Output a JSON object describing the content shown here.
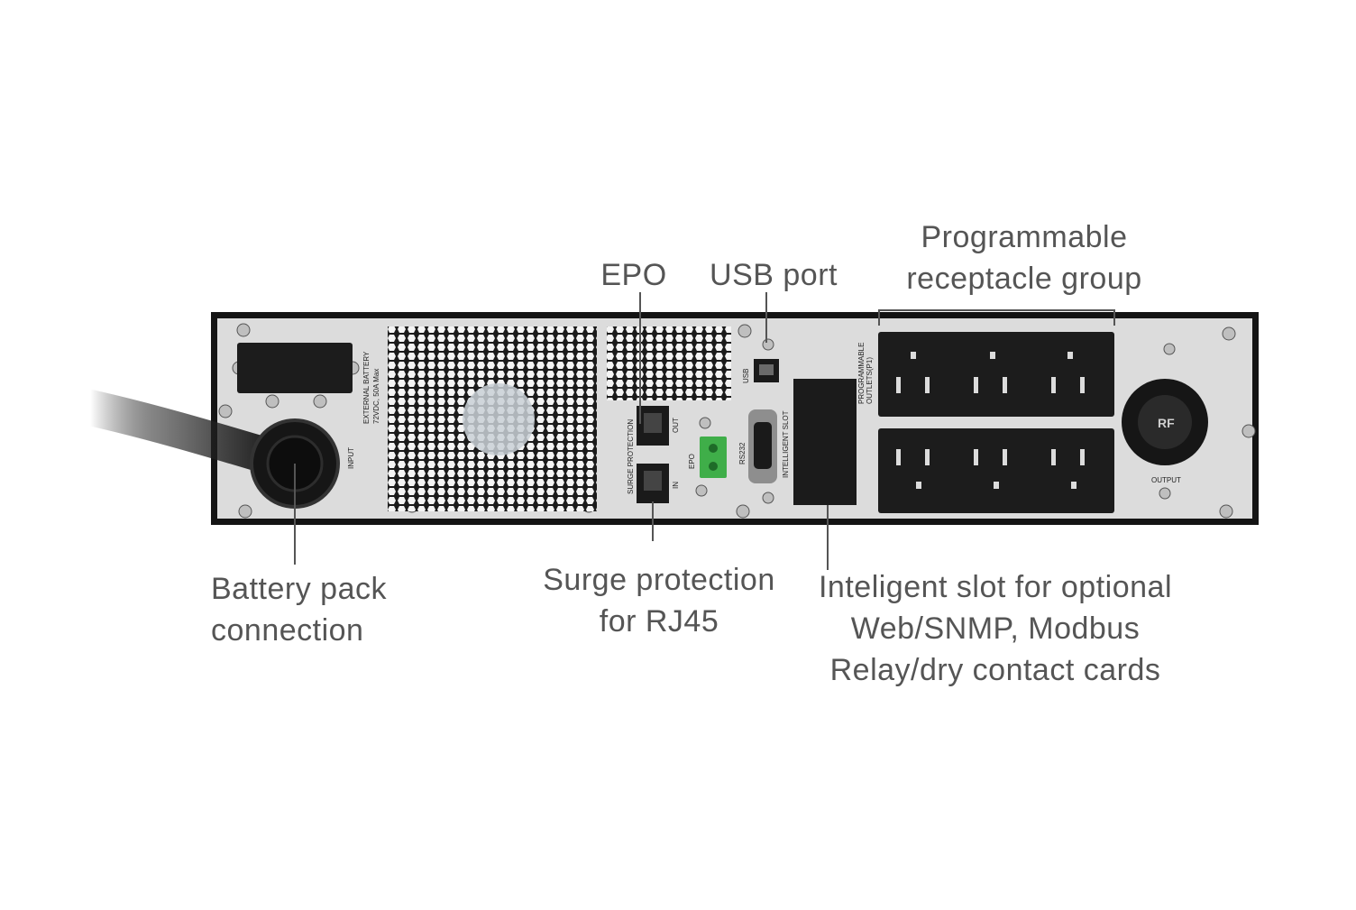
{
  "callouts": {
    "epo": "EPO",
    "usb_port": "USB port",
    "programmable": {
      "line1": "Programmable",
      "line2": "receptacle group"
    },
    "battery": {
      "line1": "Battery pack",
      "line2": "connection"
    },
    "surge": {
      "line1": "Surge protection",
      "line2": "for RJ45"
    },
    "slot": {
      "line1": "Inteligent slot for optional",
      "line2": "Web/SNMP, Modbus",
      "line3": "Relay/dry contact cards"
    }
  },
  "panel_labels": {
    "external_battery": "EXTERNAL BATTERY",
    "battery_rating": "72VDC, 50A Max",
    "input": "INPUT",
    "surge_protection": "SURGE PROTECTION",
    "out": "OUT",
    "in": "IN",
    "epo": "EPO",
    "usb": "USB",
    "rs232": "RS232",
    "intelligent_slot": "INTELLIGENT SLOT",
    "programmable_outlets": "PROGRAMMABLE",
    "programmable_outlets_2": "OUTLETS(P1)",
    "output": "OUTPUT",
    "twist_lock_brand": "RF"
  },
  "colors": {
    "panel": "#d9d9d9",
    "frame": "#1a1a1a",
    "callout_text": "#555555",
    "leader": "#555555",
    "epo_terminal": "#3fae49"
  }
}
